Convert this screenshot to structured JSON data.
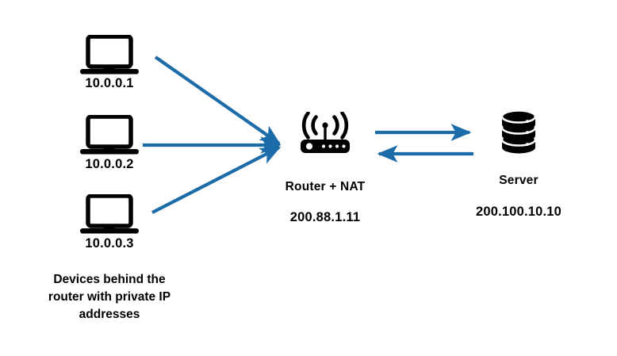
{
  "diagram": {
    "title": "NAT network diagram",
    "background_color": "#ffffff",
    "arrow_color": "#1B6CA8",
    "icon_color": "#000000"
  },
  "clients": [
    {
      "icon": "laptop-icon",
      "ip": "10.0.0.1"
    },
    {
      "icon": "laptop-icon",
      "ip": "10.0.0.2"
    },
    {
      "icon": "laptop-icon",
      "ip": "10.0.0.3"
    }
  ],
  "caption": {
    "line1": "Devices behind the",
    "line2": "router with private IP",
    "line3": "addresses"
  },
  "router": {
    "icon": "wifi-router-icon",
    "name": "Router + NAT",
    "ip": "200.88.1.11"
  },
  "server": {
    "icon": "database-server-icon",
    "name": "Server",
    "ip": "200.100.10.10"
  },
  "connections": [
    {
      "from": "10.0.0.1",
      "to": "Router + NAT",
      "direction": "right"
    },
    {
      "from": "10.0.0.2",
      "to": "Router + NAT",
      "direction": "right"
    },
    {
      "from": "10.0.0.3",
      "to": "Router + NAT",
      "direction": "right"
    },
    {
      "from": "Router + NAT",
      "to": "Server",
      "direction": "right"
    },
    {
      "from": "Server",
      "to": "Router + NAT",
      "direction": "left"
    }
  ]
}
